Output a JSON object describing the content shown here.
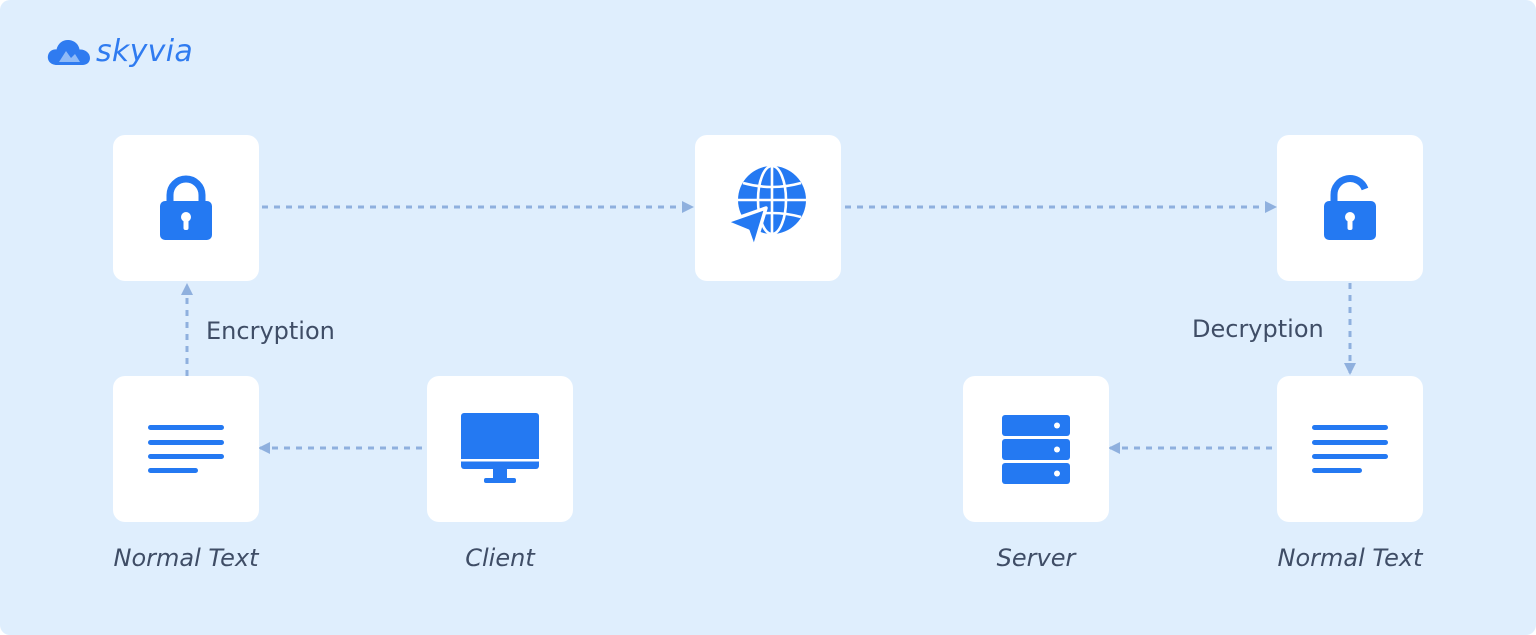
{
  "brand": {
    "name": "skyvia",
    "color": "#2f7bf0"
  },
  "colors": {
    "background": "#dfeefd",
    "icon": "#2479f2",
    "connector": "#8fb0de",
    "text": "#3f4d66"
  },
  "nodes": [
    {
      "id": "encrypted-lock",
      "icon": "lock-closed-icon",
      "caption": ""
    },
    {
      "id": "internet",
      "icon": "globe-cursor-icon",
      "caption": ""
    },
    {
      "id": "decrypted-lock",
      "icon": "lock-open-icon",
      "caption": ""
    },
    {
      "id": "client-normal-text",
      "icon": "text-lines-icon",
      "caption": "Normal Text"
    },
    {
      "id": "client",
      "icon": "monitor-icon",
      "caption": "Client"
    },
    {
      "id": "server",
      "icon": "server-icon",
      "caption": "Server"
    },
    {
      "id": "server-normal-text",
      "icon": "text-lines-icon",
      "caption": "Normal Text"
    }
  ],
  "steps": {
    "encryption": "Encryption",
    "decryption": "Decryption"
  },
  "flow": [
    "client -> client-normal-text",
    "client-normal-text -> encrypted-lock",
    "encrypted-lock -> internet",
    "internet -> decrypted-lock",
    "decrypted-lock -> server-normal-text",
    "server-normal-text -> server"
  ]
}
